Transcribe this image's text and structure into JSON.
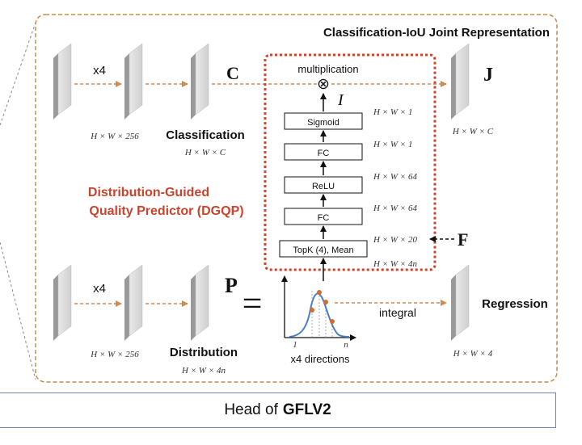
{
  "panel_title": "Classification-IoU Joint Representation",
  "cls_branch": {
    "repeat": "x4",
    "dim_in": "H × W × 256",
    "symbol": "C",
    "name": "Classification",
    "dim_out": "H × W × C"
  },
  "reg_branch": {
    "repeat": "x4",
    "dim_in": "H × W × 256",
    "symbol": "P",
    "name": "Distribution",
    "dim_out": "H × W × 4n"
  },
  "dgqp": {
    "label_line1": "Distribution-Guided",
    "label_line2": "Quality Predictor (DGQP)",
    "multiplication": "multiplication",
    "mult_symbol": "⊗",
    "iou_symbol": "I",
    "layers": [
      {
        "label": "Sigmoid",
        "dim": "H × W × 1"
      },
      {
        "label": "FC",
        "dim": "H × W × 1"
      },
      {
        "label": "ReLU",
        "dim": "H × W × 64"
      },
      {
        "label": "FC",
        "dim": "H × W × 64"
      },
      {
        "label": "TopK (4), Mean",
        "dim": "H × W × 20"
      }
    ],
    "input_dim": "H × W × 4n",
    "feature_symbol": "F"
  },
  "joint": {
    "symbol": "J",
    "dim": "H × W × C"
  },
  "distribution_plot": {
    "x_start": "1",
    "x_end": "n",
    "caption": "x4 directions"
  },
  "integral": "integral",
  "regression": {
    "name": "Regression",
    "dim": "H × W × 4"
  },
  "equals": "=",
  "caption": {
    "prefix": "Head of",
    "bold": "GFLV2"
  },
  "colors": {
    "panel_border": "#c98a4e",
    "dgqp_border": "#c8442e",
    "dgqp_text": "#c8442e",
    "arrow": "#d08a50",
    "caption_border": "#6a86b4",
    "curve": "#4a7fc1",
    "dot": "#d46c2c"
  }
}
